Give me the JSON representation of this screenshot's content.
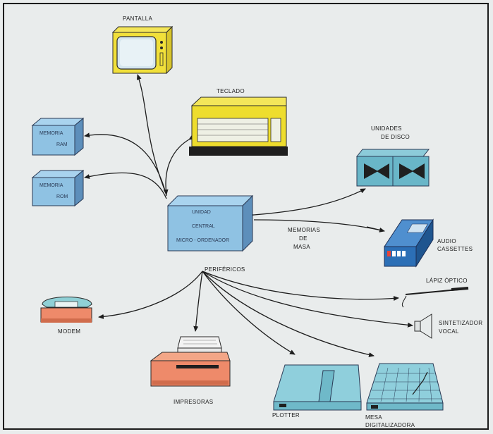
{
  "labels": {
    "pantalla": "PANTALLA",
    "teclado": "TECLADO",
    "ram_line1": "MEMORIA",
    "ram_line2": "RAM",
    "rom_line1": "MEMORIA",
    "rom_line2": "ROM",
    "cpu_line1": "UNIDAD",
    "cpu_line2": "CENTRAL",
    "cpu_line3": "MICRO - ORDENADOR",
    "disk_line1": "UNIDADES",
    "disk_line2": "DE DISCO",
    "masa_line1": "MEMORIAS",
    "masa_line2": "DE",
    "masa_line3": "MASA",
    "audio_line1": "AUDIO",
    "audio_line2": "CASSETTES",
    "perifericos": "PERIFÉRICOS",
    "lapiz": "LÁPIZ ÓPTICO",
    "sint_line1": "SINTETIZADOR",
    "sint_line2": "VOCAL",
    "modem": "MODEM",
    "impresoras": "IMPRESORAS",
    "plotter": "PLOTTER",
    "mesa_line1": "MESA",
    "mesa_line2": "DIGITALIZADORA"
  },
  "colors": {
    "block_blue": "#8fc2e3",
    "tv_yellow": "#f1e03a",
    "keyboard_yellow": "#eedd2e",
    "disk_teal": "#69b6c8",
    "cassette_blue": "#2c6fb6",
    "printer_orange": "#ee8a6a",
    "plotter_teal": "#6fb9c9",
    "arrow": "#1d1d1d"
  }
}
